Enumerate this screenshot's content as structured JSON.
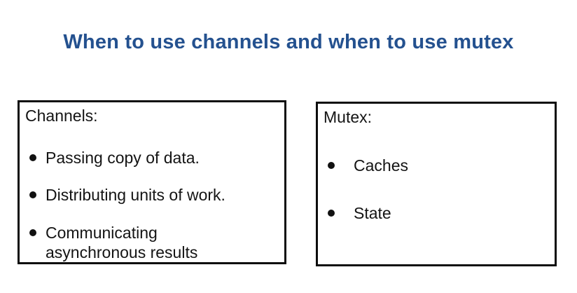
{
  "title": "When to use channels and when to use mutex",
  "colors": {
    "title_blue": "#24518F",
    "text_black": "#141414",
    "border_black": "#0d0d0d",
    "background": "#FFFFFF"
  },
  "channels_box": {
    "heading": "Channels:",
    "items": [
      "Passing copy of data.",
      "Distributing units of work.",
      "Communicating asynchronous results"
    ]
  },
  "mutex_box": {
    "heading": "Mutex:",
    "items": [
      "Caches",
      "State"
    ]
  }
}
